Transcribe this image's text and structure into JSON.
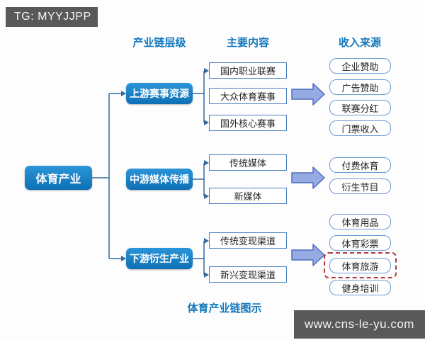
{
  "overlays": {
    "tg_label": "TG: MYYJJPP",
    "site_label": "www.cns-le-yu.com"
  },
  "headers": {
    "level": "产业链层级",
    "content": "主要内容",
    "income": "收入来源"
  },
  "root_label": "体育产业",
  "levels": [
    "上游赛事资源",
    "中游媒体传播",
    "下游衍生产业"
  ],
  "contents": {
    "upstream": [
      "国内职业联赛",
      "大众体育赛事",
      "国外核心赛事"
    ],
    "midstream": [
      "传统媒体",
      "新媒体"
    ],
    "downstream": [
      "传统变现渠道",
      "新兴变现渠道"
    ]
  },
  "incomes": {
    "upstream": [
      "企业赞助",
      "广告赞助",
      "联赛分红",
      "门票收入"
    ],
    "midstream": [
      "付费体育",
      "衍生节目"
    ],
    "downstream": [
      "体育用品",
      "体育彩票",
      "体育旅游",
      "健身培训"
    ]
  },
  "highlighted_income": "体育旅游",
  "caption": "体育产业链图示",
  "colors": {
    "node_blue": "#1583c9",
    "heading_blue": "#1178be",
    "arrow_fill": "#96abe3",
    "arrow_stroke": "#4d6fbe",
    "connector": "#36699e",
    "highlight_red": "#b23a3a",
    "watermark_gray": "#595959"
  }
}
